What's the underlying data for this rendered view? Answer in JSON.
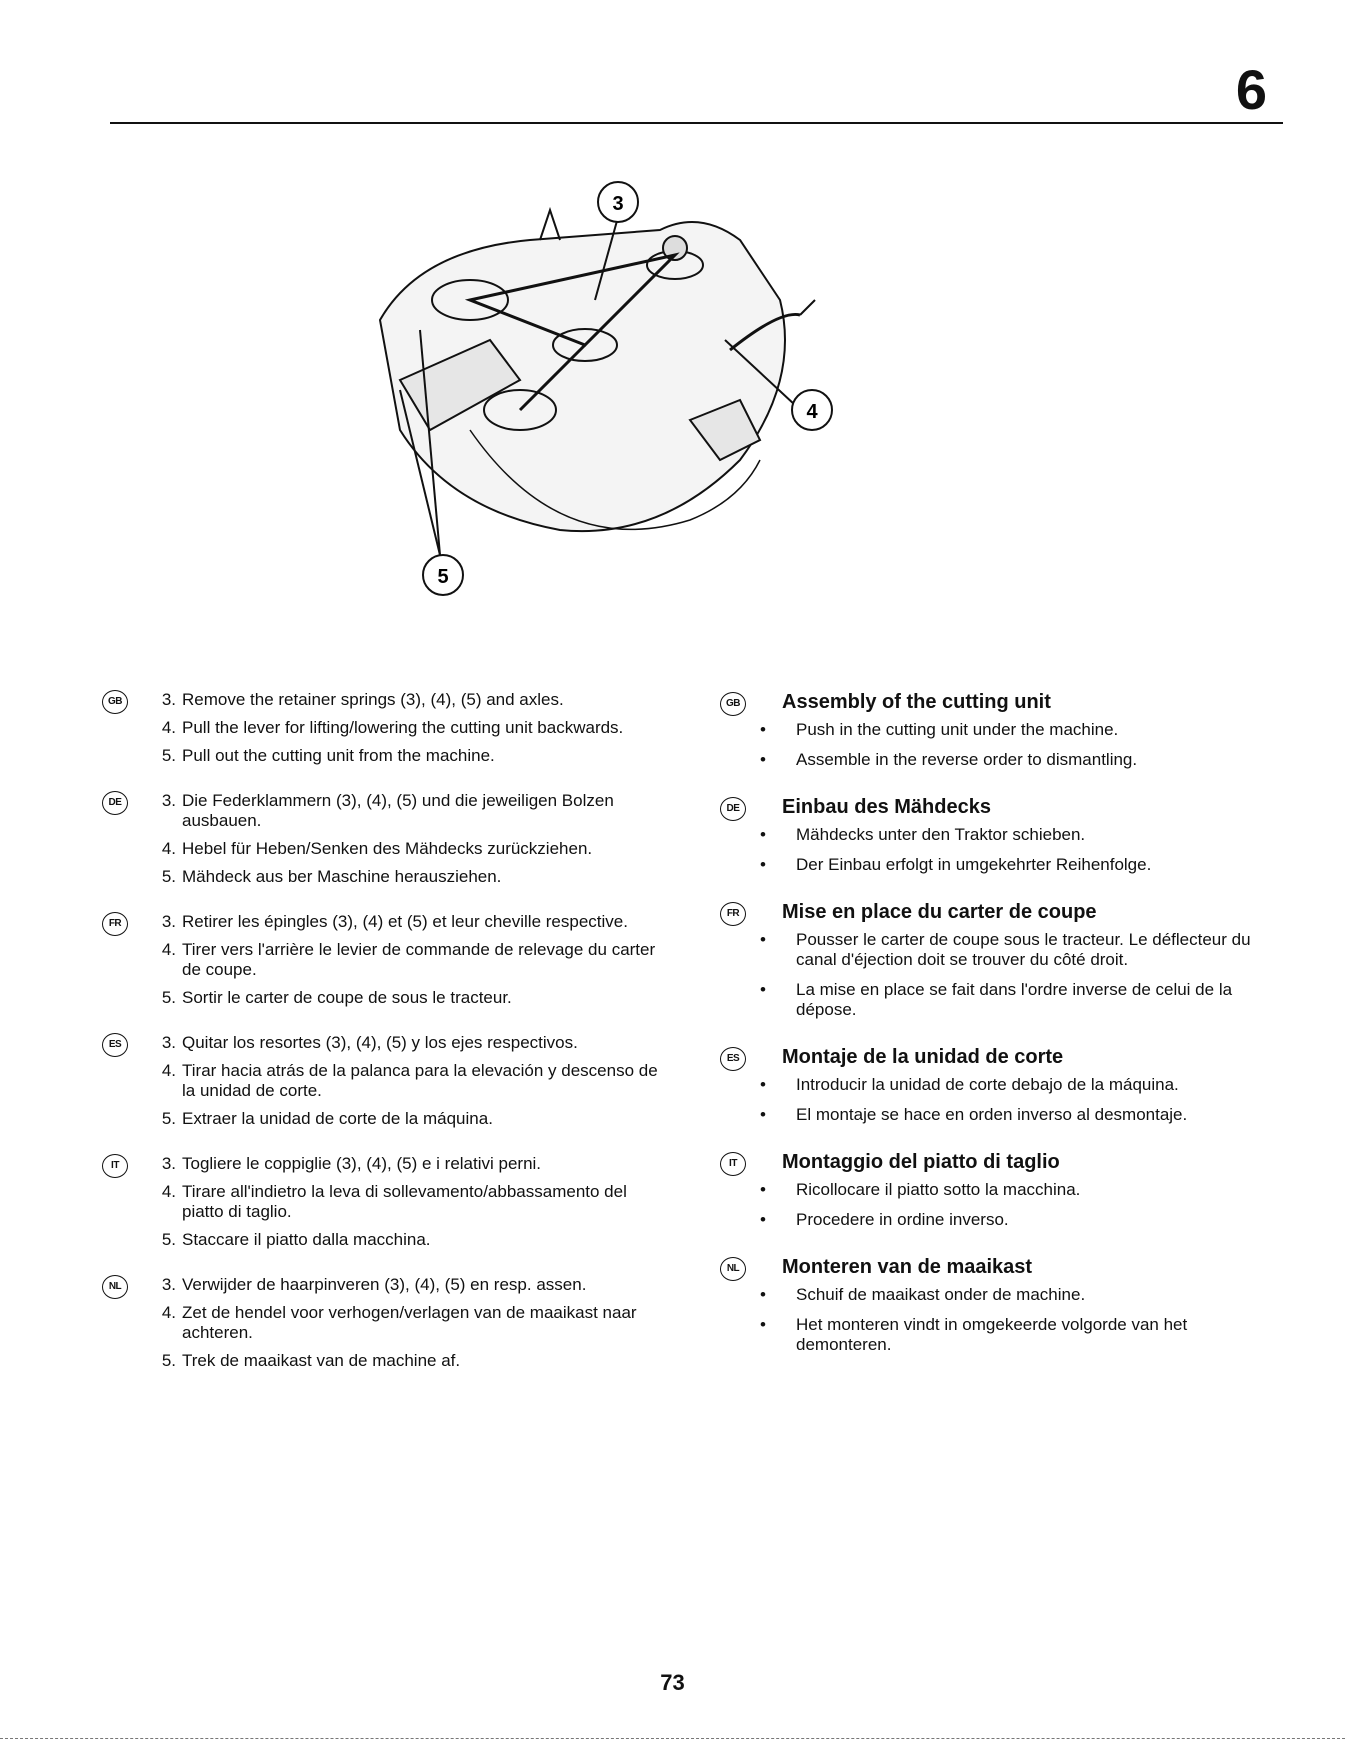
{
  "page": {
    "chapter": "6",
    "page_number": "73"
  },
  "figure": {
    "callouts": [
      "3",
      "4",
      "5"
    ]
  },
  "removal": [
    {
      "lang": "GB",
      "steps": [
        {
          "n": "3.",
          "text": "Remove the retainer springs (3), (4), (5) and axles."
        },
        {
          "n": "4.",
          "text": "Pull the lever for lifting/lowering the cutting unit backwards."
        },
        {
          "n": "5.",
          "text": "Pull out the cutting unit from the machine."
        }
      ]
    },
    {
      "lang": "DE",
      "steps": [
        {
          "n": "3.",
          "text": "Die Federklammern (3), (4), (5) und die jeweiligen Bolzen ausbauen."
        },
        {
          "n": "4.",
          "text": "Hebel für Heben/Senken des Mähdecks zurückziehen."
        },
        {
          "n": "5.",
          "text": "Mähdeck aus ber Maschine herausziehen."
        }
      ]
    },
    {
      "lang": "FR",
      "steps": [
        {
          "n": "3.",
          "text": "Retirer les épingles (3), (4) et (5) et leur cheville respective."
        },
        {
          "n": "4.",
          "text": "Tirer vers l'arrière le levier de commande de relevage du carter de coupe."
        },
        {
          "n": "5.",
          "text": "Sortir le carter de coupe de sous le tracteur."
        }
      ]
    },
    {
      "lang": "ES",
      "steps": [
        {
          "n": "3.",
          "text": "Quitar los resortes (3), (4), (5) y los ejes respectivos."
        },
        {
          "n": "4.",
          "text": "Tirar hacia atrás de la palanca para la elevación y descenso de la unidad de corte."
        },
        {
          "n": "5.",
          "text": "Extraer la unidad de corte de la máquina."
        }
      ]
    },
    {
      "lang": "IT",
      "steps": [
        {
          "n": "3.",
          "text": "Togliere le coppiglie (3), (4), (5) e i relativi perni."
        },
        {
          "n": "4.",
          "text": "Tirare all'indietro la leva di sollevamento/abbassamento del piatto di taglio."
        },
        {
          "n": "5.",
          "text": "Staccare il piatto dalla macchina."
        }
      ]
    },
    {
      "lang": "NL",
      "steps": [
        {
          "n": "3.",
          "text": "Verwijder de haarpinveren (3), (4), (5) en resp. assen."
        },
        {
          "n": "4.",
          "text": "Zet de hendel voor verhogen/verlagen van de maaikast naar achteren."
        },
        {
          "n": "5.",
          "text": "Trek de maaikast van de machine af."
        }
      ]
    }
  ],
  "assembly": [
    {
      "lang": "GB",
      "title": "Assembly of the cutting unit",
      "bullets": [
        "Push in the cutting unit under the machine.",
        "Assemble in the reverse order to dismantling."
      ]
    },
    {
      "lang": "DE",
      "title": "Einbau des Mähdecks",
      "bullets": [
        "Mähdecks unter den Traktor schieben.",
        "Der Einbau erfolgt in umgekehrter Reihenfolge."
      ]
    },
    {
      "lang": "FR",
      "title": "Mise en place du carter de coupe",
      "bullets": [
        "Pousser le carter de coupe sous le tracteur. Le déflecteur du canal d'éjection doit se trouver du côté droit.",
        "La mise en place se fait dans l'ordre inverse de celui de la dépose."
      ]
    },
    {
      "lang": "ES",
      "title": "Montaje de la unidad de corte",
      "bullets": [
        "Introducir la unidad de corte debajo de la máquina.",
        "El montaje se hace en orden inverso al desmontaje."
      ]
    },
    {
      "lang": "IT",
      "title": "Montaggio del piatto di taglio",
      "bullets": [
        "Ricollocare il piatto sotto la macchina.",
        "Procedere in ordine inverso."
      ]
    },
    {
      "lang": "NL",
      "title": "Monteren van de maaikast",
      "bullets": [
        "Schuif de maaikast onder de machine.",
        "Het monteren vindt in omgekeerde volgorde van het demonteren."
      ]
    }
  ]
}
